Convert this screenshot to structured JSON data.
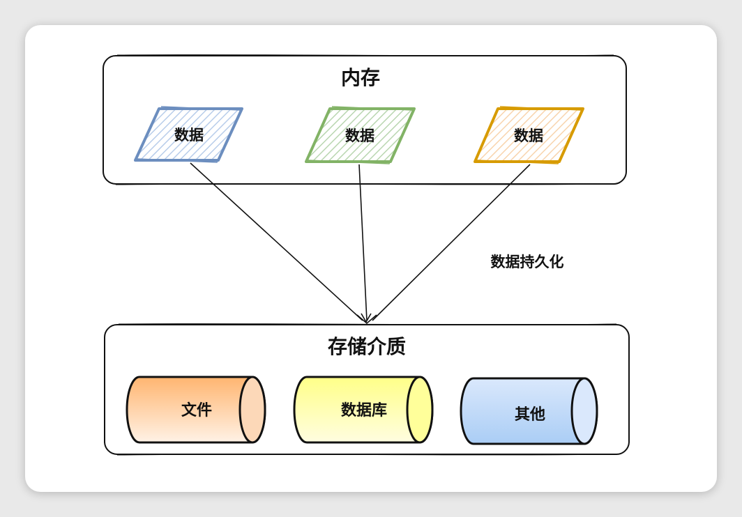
{
  "memory": {
    "title": "内存",
    "items": [
      {
        "label": "数据",
        "stroke": "#6c8ebf",
        "fill": "#dae8fc"
      },
      {
        "label": "数据",
        "stroke": "#82b366",
        "fill": "#d5e8d4"
      },
      {
        "label": "数据",
        "stroke": "#d79b00",
        "fill": "#ffe6cc"
      }
    ]
  },
  "persistence_label": "数据持久化",
  "storage": {
    "title": "存储介质",
    "items": [
      {
        "label": "文件",
        "fill_top": "#ffb570",
        "fill_bottom": "#fff2e6",
        "fill_end": "#fcd8b8"
      },
      {
        "label": "数据库",
        "fill_top": "#ffff88",
        "fill_bottom": "#fffde0",
        "fill_end": "#ffff9a"
      },
      {
        "label": "其他",
        "fill_top": "#dae8fc",
        "fill_bottom": "#aacdf5",
        "fill_end": "#dae8fc"
      }
    ]
  }
}
